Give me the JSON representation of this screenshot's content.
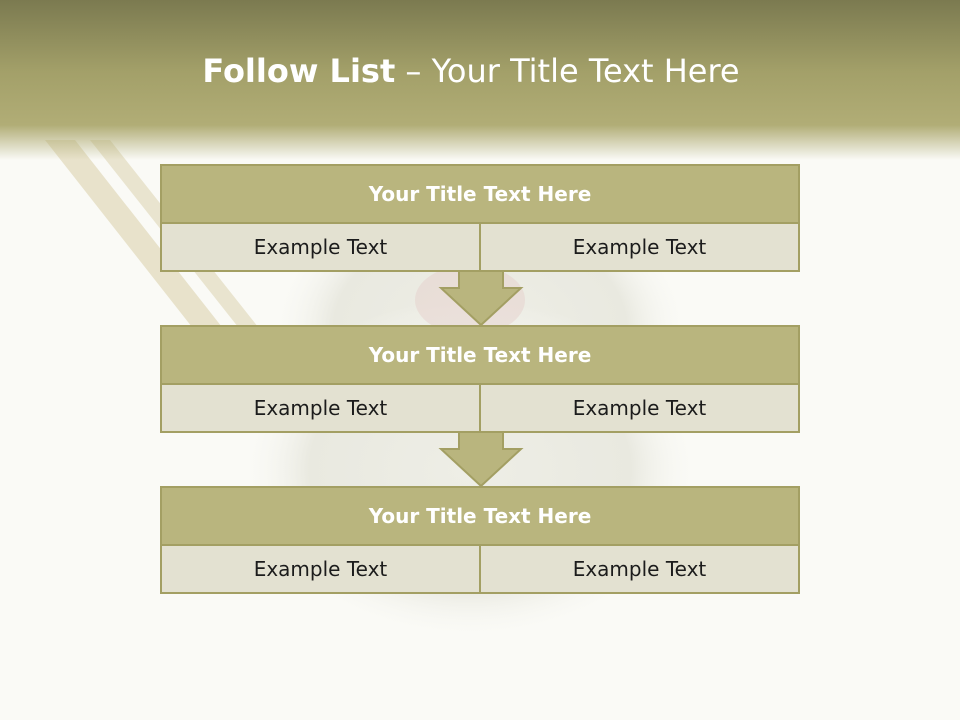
{
  "title": {
    "bold": "Follow List",
    "rest": " – Your Title Text Here"
  },
  "steps": [
    {
      "title": "Your Title Text Here",
      "left": "Example Text",
      "right": "Example Text"
    },
    {
      "title": "Your Title Text Here",
      "left": "Example Text",
      "right": "Example Text"
    },
    {
      "title": "Your Title Text Here",
      "left": "Example Text",
      "right": "Example Text"
    }
  ],
  "colors": {
    "header": "#a3a069",
    "box_head": "#b9b57e",
    "cell": "#e3e1d1",
    "border": "#a39f63"
  }
}
